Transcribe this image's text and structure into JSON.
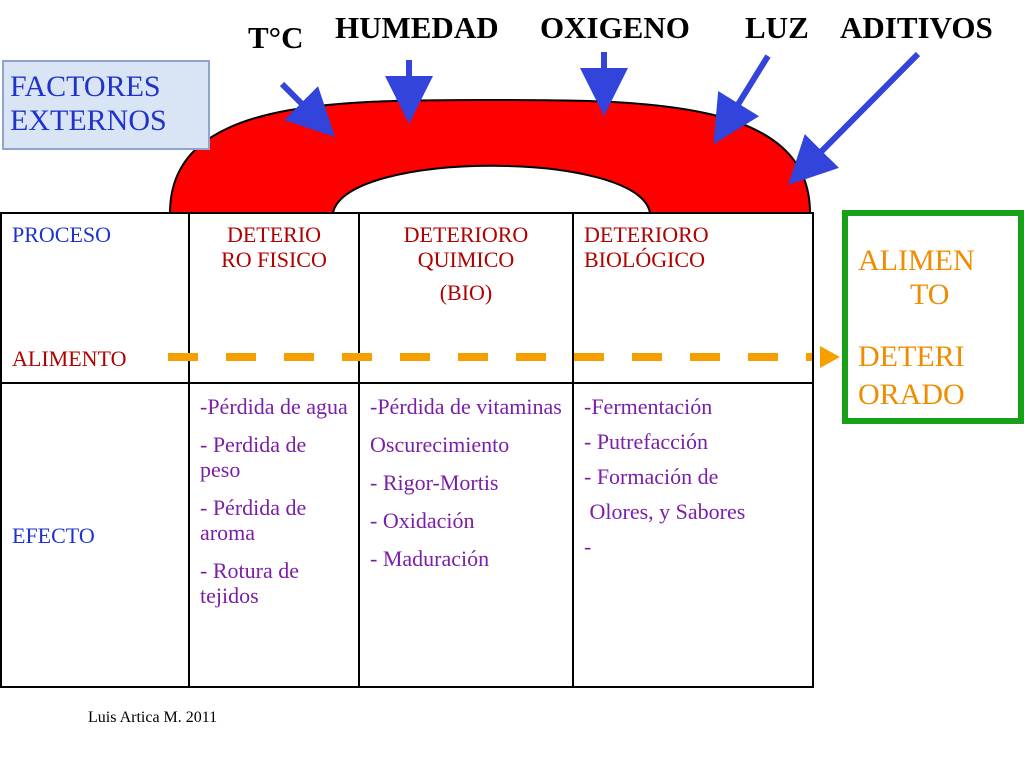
{
  "factors": {
    "temp": "T°C",
    "humedad": "HUMEDAD",
    "oxigeno": "OXIGENO",
    "luz": "LUZ",
    "aditivos": "ADITIVOS"
  },
  "externos": {
    "line1": "FACTORES",
    "line2": "EXTERNOS"
  },
  "table": {
    "proceso": "PROCESO",
    "alimento": "ALIMENTO",
    "efecto": "EFECTO",
    "col1_header": {
      "line1": "DETERIO",
      "line2": "RO FISICO"
    },
    "col2_header": {
      "line1": "DETERIORO",
      "line2": "QUIMICO",
      "line3": "(BIO)"
    },
    "col3_header": {
      "line1": "DETERIORO",
      "line2": "BIOLÓGICO"
    },
    "col1_effects": [
      "-Pérdida de agua",
      "- Perdida de peso",
      "- Pérdida de aroma",
      "- Rotura de tejidos"
    ],
    "col2_effects": [
      "-Pérdida de vitaminas",
      "Oscurecimiento",
      "- Rigor-Mortis",
      "- Oxidación",
      "- Maduración"
    ],
    "col3_effects": [
      "-Fermentación",
      "- Putrefacción",
      "- Formación de",
      " Olores, y Sabores",
      "-"
    ]
  },
  "result": {
    "line1": "ALIMEN",
    "line2": "TO",
    "line3": "DETERI",
    "line4": "ORADO"
  },
  "footer": "Luis Artica M. 2011",
  "colors": {
    "arch": "#ff0000",
    "arrows": "#3344dd",
    "dashed_line": "#f5a000",
    "result_border": "#18a018",
    "result_text": "#f08c00",
    "blue_text": "#1f33cc",
    "red_text": "#b00000",
    "purple_text": "#7a1fa8"
  }
}
